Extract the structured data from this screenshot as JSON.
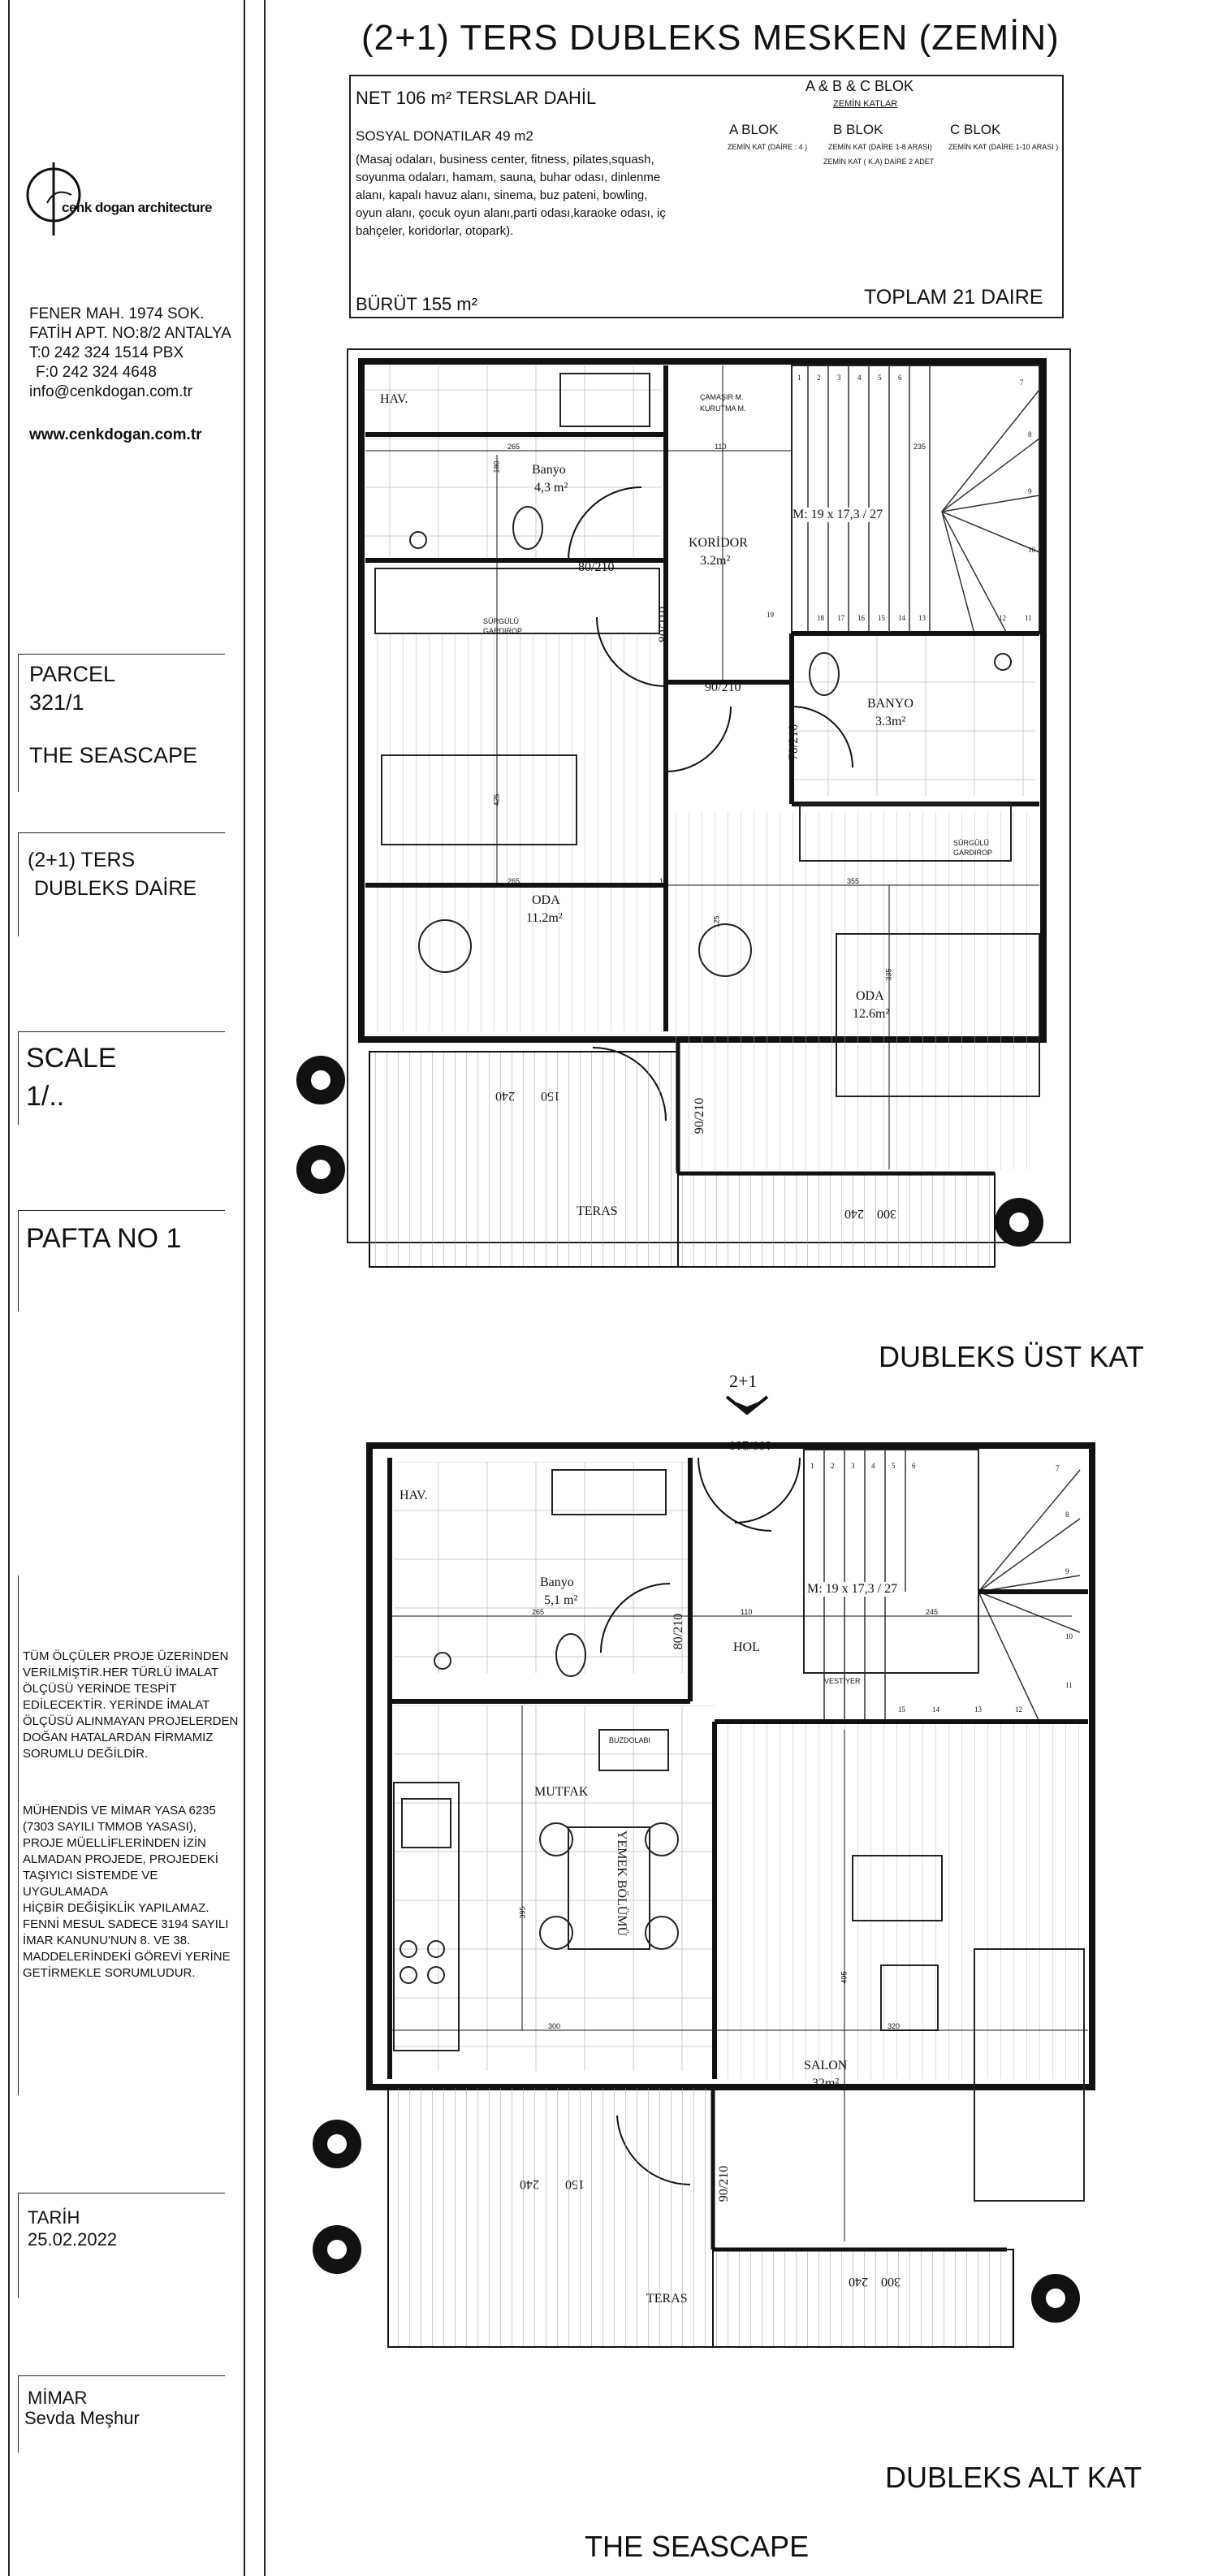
{
  "title": "(2+1) TERS DUBLEKS MESKEN (ZEMİN)",
  "sidebar": {
    "logo_text": "cenk dogan architecture",
    "address": [
      "FENER MAH. 1974 SOK.",
      "FATİH APT. NO:8/2 ANTALYA",
      "T:0 242 324 1514 PBX",
      "F:0 242 324 4648",
      "info@cenkdogan.com.tr"
    ],
    "website": "www.cenkdogan.com.tr",
    "parcel_label": "PARCEL",
    "parcel_value": "321/1",
    "project_name": "THE SEASCAPE",
    "unit_type_line1": "(2+1) TERS",
    "unit_type_line2": "DUBLEKS DAİRE",
    "scale_label": "SCALE",
    "scale_value": "1/..",
    "sheet_label": "PAFTA NO 1",
    "notice1": [
      "TÜM ÖLÇÜLER PROJE ÜZERİNDEN",
      "VERİLMİŞTİR.HER TÜRLÜ İMALAT",
      " ÖLÇÜSÜ YERİNDE TESPİT",
      "EDİLECEKTİR. YERİNDE İMALAT",
      "ÖLÇÜSÜ ALINMAYAN PROJELERDEN",
      "DOĞAN HATALARDAN FİRMAMIZ",
      " SORUMLU DEĞİLDİR."
    ],
    "notice2": [
      "MÜHENDİS VE MİMAR YASA 6235",
      " (7303 SAYILI TMMOB YASASI),",
      " PROJE MÜELLİFLERİNDEN İZİN",
      " ALMADAN PROJEDE, PROJEDEKİ",
      "TAŞIYICI SİSTEMDE VE UYGULAMADA",
      "HİÇBİR DEĞİŞİKLİK YAPILAMAZ.",
      "FENNİ MESUL SADECE 3194 SAYILI",
      " İMAR KANUNU'NUN 8. VE 38.",
      "MADDELERİNDEKİ GÖREVİ YERİNE",
      " GETİRMEKLE SORUMLUDUR."
    ],
    "date_label": "TARİH",
    "date_value": "25.02.2022",
    "architect_label": "MİMAR",
    "architect_name": "Sevda Meşhur"
  },
  "info": {
    "net": "NET 106  m² TERSLAR DAHİL",
    "social_title": "SOSYAL DONATILAR 49 m2",
    "social_lines": [
      " (Masaj odaları, business center, fitness, pilates,squash,",
      "soyunma odaları, hamam, sauna, buhar odası, dinlenme",
      "alanı, kapalı havuz alanı, sinema, buz pateni, bowling,",
      "oyun alanı, çocuk oyun alanı,parti odası,karaoke odası, iç",
      "bahçeler, koridorlar, otopark)."
    ],
    "gross": "BÜRÜT 155  m²",
    "blocks_title": "A & B & C BLOK",
    "blocks_sub": "ZEMİN KATLAR",
    "block_a": "A BLOK",
    "block_b": "B BLOK",
    "block_c": "C BLOK",
    "block_a_note": "ZEMİN KAT (DAİRE : 4 )",
    "block_b_note1": "ZEMİN KAT (DAİRE 1-8 ARASI)",
    "block_b_note2": "ZEMİN KAT ( K.A) DAİRE 2 ADET",
    "block_c_note": "ZEMİN KAT (DAİRE 1-10 ARASI )",
    "total": "TOPLAM 21 DAIRE"
  },
  "upper_plan": {
    "caption": "DUBLEKS ÜST KAT",
    "rooms": [
      {
        "name": "HAV.",
        "area": ""
      },
      {
        "name": "Banyo",
        "area": "4,3 m²"
      },
      {
        "name": "KORİDOR",
        "area": "3.2m²"
      },
      {
        "name": "BANYO",
        "area": "3.3m²"
      },
      {
        "name": "ODA",
        "area": "11.2m²"
      },
      {
        "name": "ODA",
        "area": "12.6m²"
      },
      {
        "name": "TERAS",
        "area": ""
      }
    ],
    "labels": {
      "laundry1": "ÇAMAŞIR M.",
      "laundry2": "KURUTMA M.",
      "stair": "M: 19 x 17,3 / 27",
      "wardrobe1": "SÜRGÜLÜ",
      "wardrobe2": "GARDIROP",
      "door1": "80/210",
      "door2": "80/210",
      "door3": "90/210",
      "door4": "70/210",
      "door5": "90/210",
      "win1a": "240",
      "win1b": "150",
      "win2a": "240",
      "win2b": "300",
      "dim_265": "265",
      "dim_110": "110",
      "dim_235": "235",
      "dim_355": "355",
      "dim_180": "180",
      "dim_425": "425",
      "dim_335": "335",
      "dim_10": "10",
      "dim_125": "125",
      "stair_nums": [
        "1",
        "2",
        "3",
        "4",
        "5",
        "6",
        "7",
        "8",
        "9",
        "10",
        "11",
        "12",
        "13",
        "14",
        "15",
        "16",
        "17",
        "18",
        "19"
      ]
    }
  },
  "lower_plan": {
    "caption": "DUBLEKS ALT KAT",
    "entrance": "2+1",
    "rooms": [
      {
        "name": "HAV.",
        "area": ""
      },
      {
        "name": "Banyo",
        "area": "5,1 m²"
      },
      {
        "name": "HOL",
        "area": ""
      },
      {
        "name": "MUTFAK",
        "area": ""
      },
      {
        "name": "YEMEK BÖLÜMÜ",
        "area": ""
      },
      {
        "name": "SALON",
        "area": "32m²"
      },
      {
        "name": "TERAS",
        "area": ""
      }
    ],
    "labels": {
      "door_main": "100/210",
      "stair": "M: 19 x 17,3 / 27",
      "fridge": "BUZDOLABI",
      "dressing": "VESTİYER",
      "door_bath": "80/210",
      "door_terrace": "90/210",
      "win1a": "240",
      "win1b": "150",
      "win2a": "240",
      "win2b": "300",
      "dim_265": "265",
      "dim_110": "110",
      "dim_245": "245",
      "dim_300": "300",
      "dim_320": "320",
      "dim_395": "395",
      "dim_495": "495",
      "stair_nums": [
        "1",
        "2",
        "3",
        "4",
        "5",
        "6",
        "7",
        "8",
        "9",
        "10",
        "11",
        "12",
        "13",
        "14",
        "15"
      ]
    }
  },
  "footer_title": "THE SEASCAPE"
}
